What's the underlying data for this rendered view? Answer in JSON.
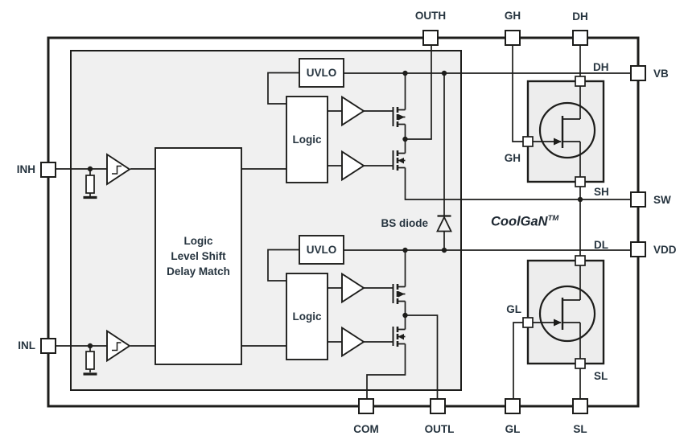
{
  "title": "CoolGaN half-bridge gate driver block diagram",
  "colors": {
    "line": "#1d1d1b",
    "text": "#26343f",
    "inner_region_fill": "#f0f0f0",
    "gan_block_fill": "#ededed",
    "component_fill": "#ffffff"
  },
  "pins": {
    "top": [
      {
        "label": "OUTH"
      },
      {
        "label": "GH"
      },
      {
        "label": "DH"
      }
    ],
    "left": [
      {
        "label": "INH"
      },
      {
        "label": "INL"
      }
    ],
    "right": [
      {
        "label": "VB"
      },
      {
        "label": "SW"
      },
      {
        "label": "VDD"
      }
    ],
    "bottom": [
      {
        "label": "COM"
      },
      {
        "label": "OUTL"
      },
      {
        "label": "GL"
      },
      {
        "label": "SL"
      }
    ]
  },
  "blocks": {
    "uvlo_high": "UVLO",
    "uvlo_low": "UVLO",
    "logic_high": "Logic",
    "logic_low": "Logic",
    "main": {
      "line1": "Logic",
      "line2": "Level Shift",
      "line3": "Delay Match"
    }
  },
  "net_labels": {
    "dh": "DH",
    "gh": "GH",
    "sh": "SH",
    "dl": "DL",
    "gl": "GL",
    "sl": "SL"
  },
  "annotations": {
    "bs_diode": "BS diode",
    "technology": "CoolGaN",
    "technology_tm": "TM"
  }
}
